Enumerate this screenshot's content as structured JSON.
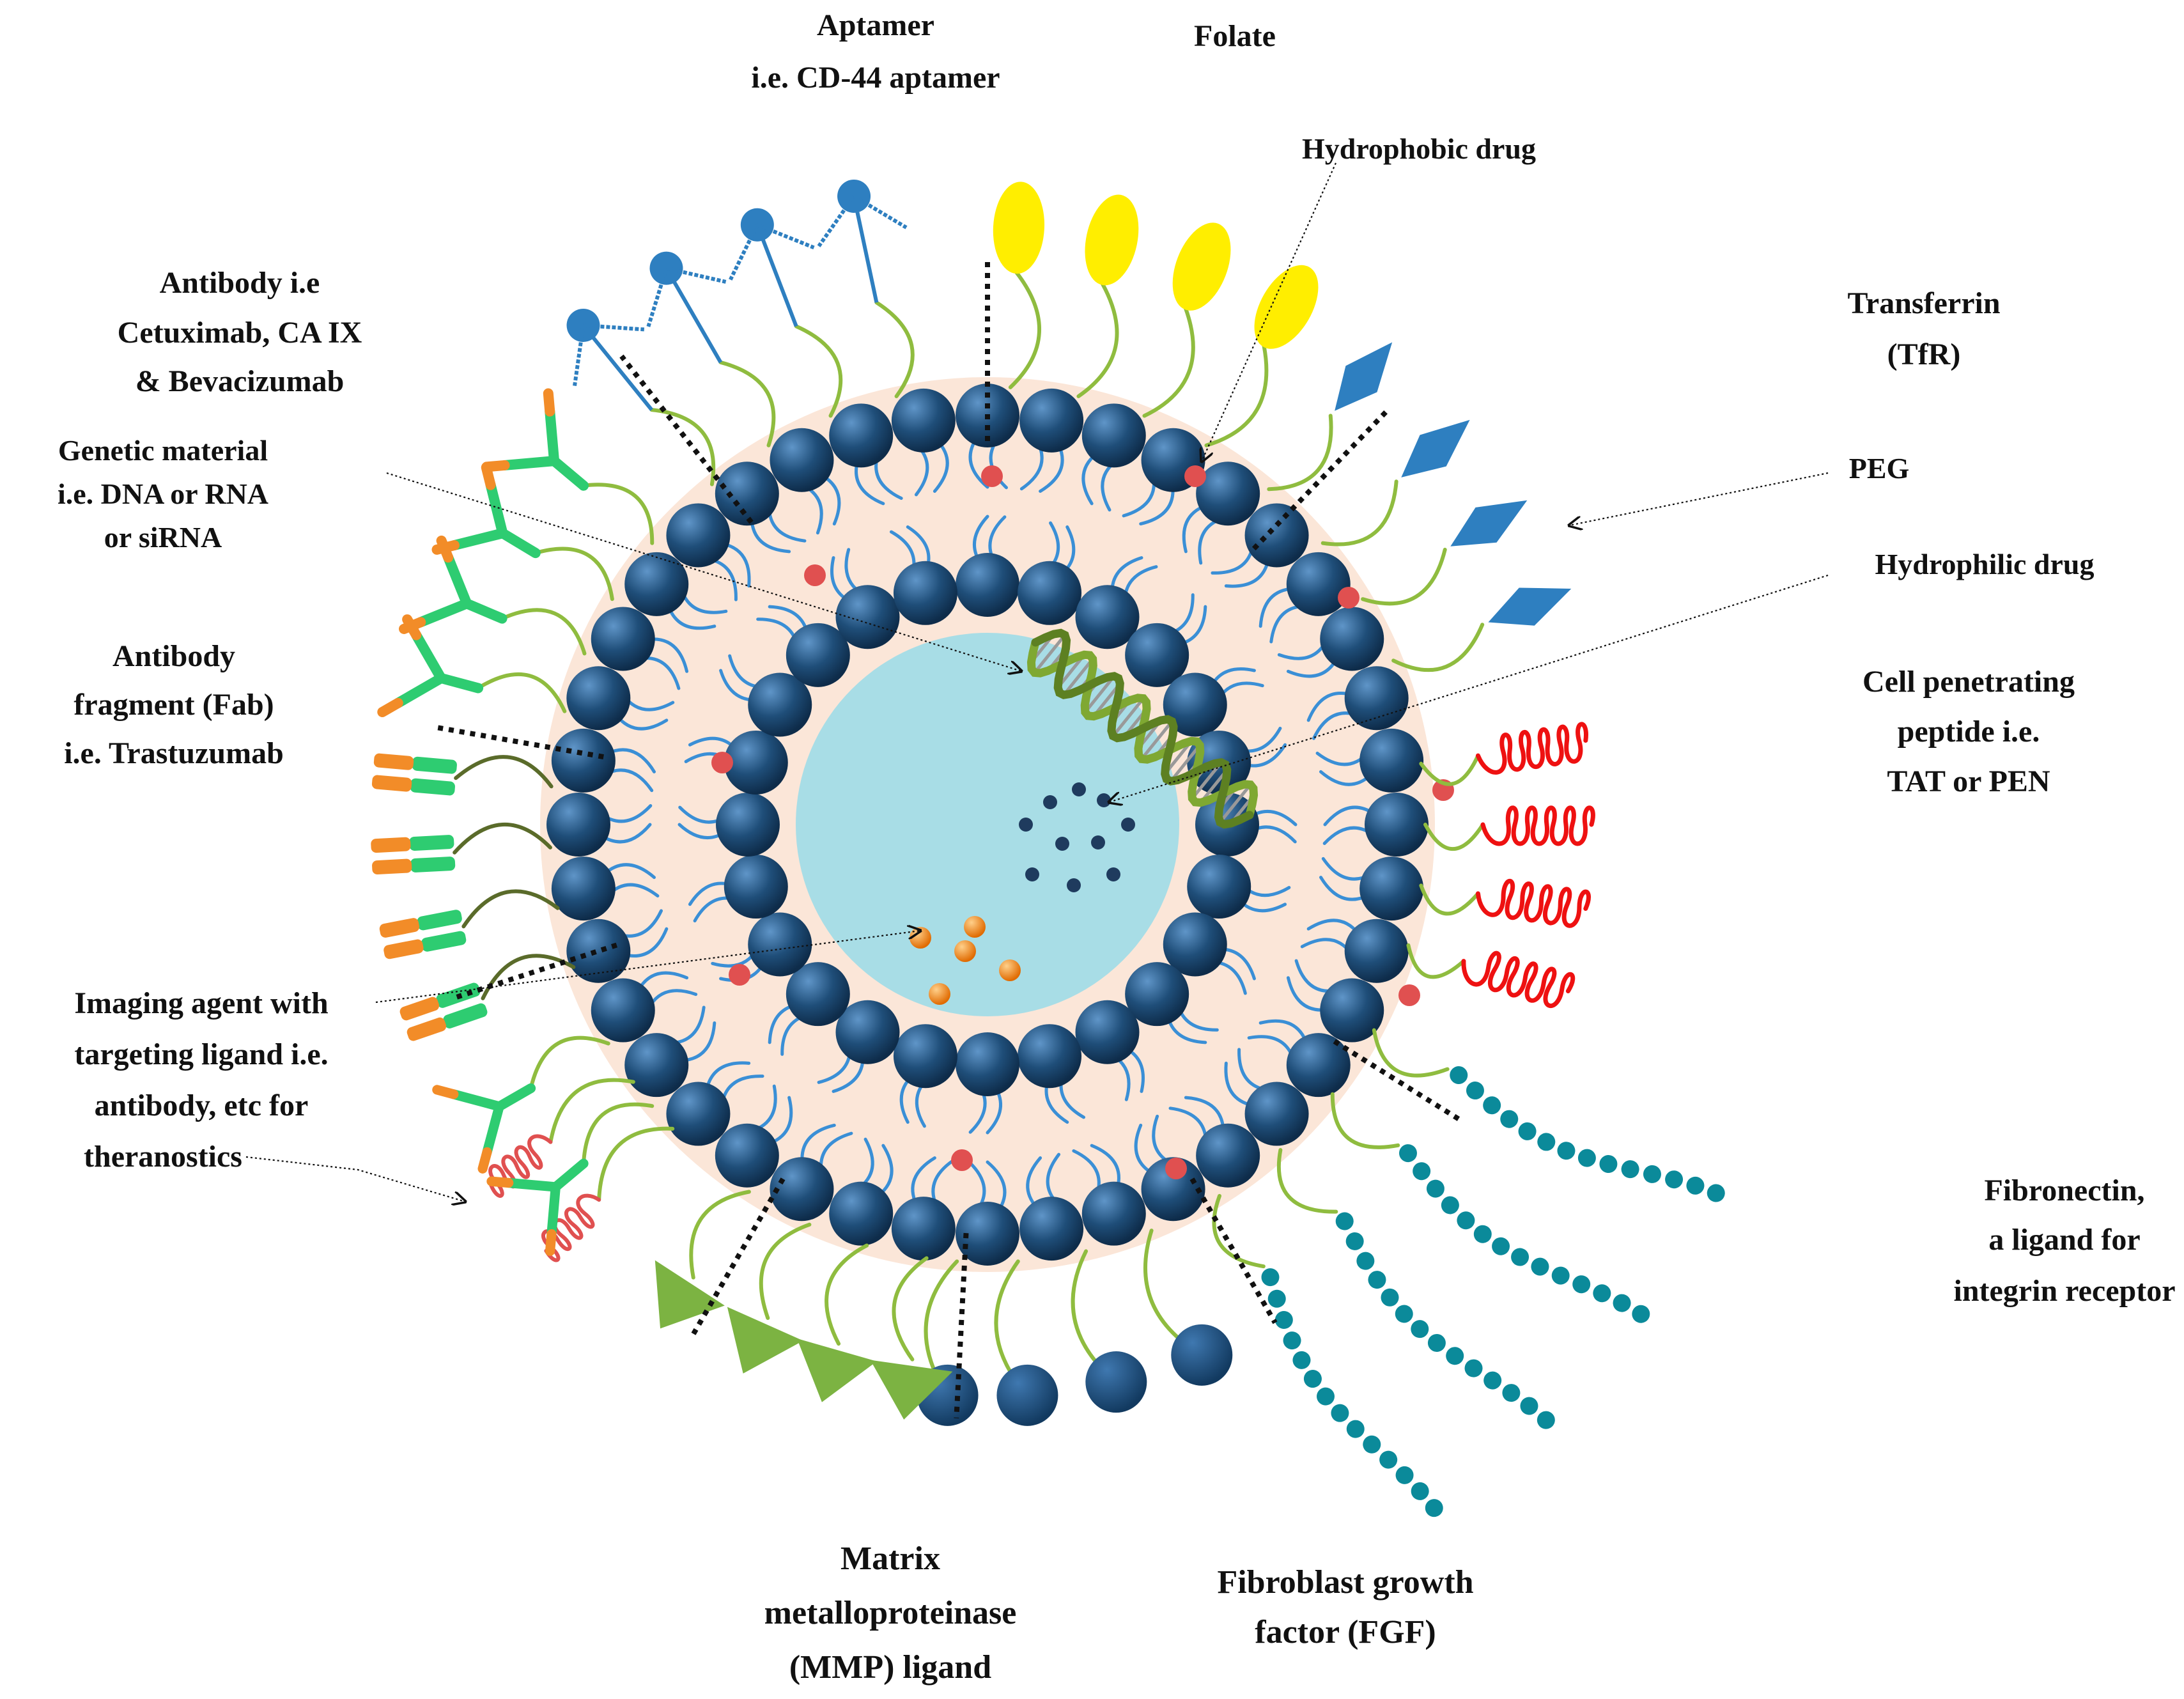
{
  "labels": {
    "aptamer_1": "Aptamer",
    "aptamer_2": "i.e. CD-44 aptamer",
    "folate": "Folate",
    "hydrophobic_drug": "Hydrophobic  drug",
    "antibody_1": "Antibody  i.e",
    "antibody_2": "Cetuximab,  CA IX",
    "antibody_3": "& Bevacizumab",
    "transferrin_1": "Transferrin",
    "transferrin_2": "(TfR)",
    "genetic_1": "Genetic material",
    "genetic_2": "i.e. DNA or RNA",
    "genetic_3": "or siRNA",
    "peg": "PEG",
    "hydrophilic_drug": "Hydrophilic  drug",
    "fab_1": "Antibody",
    "fab_2": "fragment  (Fab)",
    "fab_3": "i.e.  Trastuzumab",
    "cpp_1": "Cell penetrating",
    "cpp_2": "peptide i.e.",
    "cpp_3": "TAT  or PEN",
    "imaging_1": "Imaging agent with",
    "imaging_2": "targeting ligand i.e.",
    "imaging_3": "antibody, etc for",
    "imaging_4": "theranostics",
    "fibronectin_1": "Fibronectin,",
    "fibronectin_2": "a ligand for",
    "fibronectin_3": "integrin receptor",
    "mmp_1": "Matrix",
    "mmp_2": "metalloproteinase",
    "mmp_3": "(MMP) ligand",
    "fgf_1": "Fibroblast growth",
    "fgf_2": "factor (FGF)"
  },
  "colors": {
    "headgroup": "#1f4e79",
    "tail": "#3a8fd6",
    "bilayer": "#fbe6d8",
    "core": "#a8dde6",
    "peg": "#8fbc3f",
    "drug_red": "#e05050",
    "aptamer": "#2e7fc0",
    "folate": "#ffee00",
    "transferrin": "#2e7fc0",
    "antibody_green": "#2ecc71",
    "antibody_orange": "#f28c28",
    "cpp_red": "#ee1111",
    "fibronectin": "#0b8a9a",
    "mmp": "#7cb342",
    "fgf": "#1f4e79",
    "dna": "#7fa832"
  },
  "icons": [
    "liposome-bilayer-icon",
    "dna-helix-icon",
    "aptamer-icon",
    "folate-icon",
    "transferrin-icon",
    "antibody-icon",
    "fab-fragment-icon",
    "cpp-helix-icon",
    "fibronectin-chain-icon",
    "mmp-triangle-icon",
    "fgf-sphere-icon"
  ]
}
